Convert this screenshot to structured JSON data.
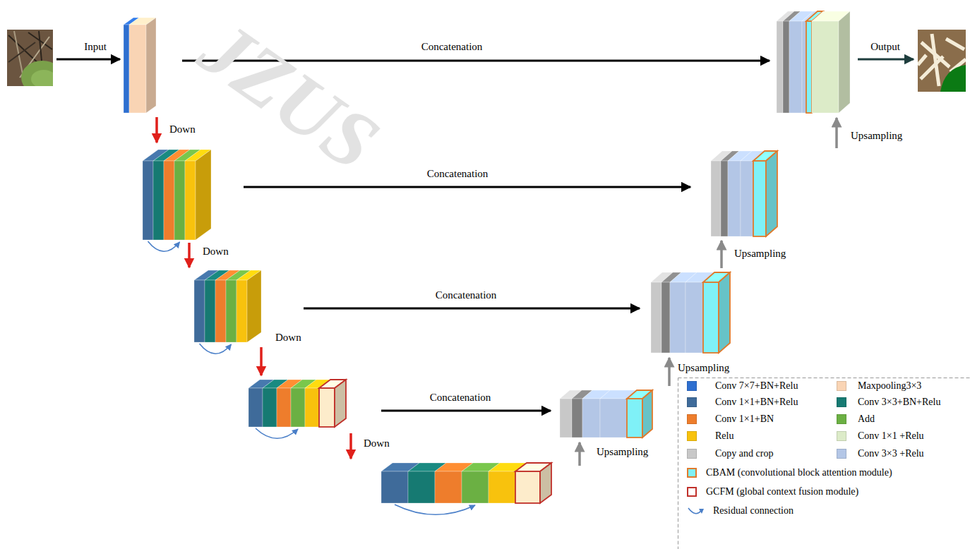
{
  "diagram": {
    "labels": [
      "Input",
      "Concatenation",
      "Output",
      "Down",
      "Upsampling",
      "Concatenation",
      "Down",
      "Upsampling",
      "Concatenation",
      "Down",
      "Upsampling",
      "Concatenation",
      "Down",
      "Upsampling",
      "JZUS"
    ],
    "legend": [
      {
        "text": "Conv 7×7+BN+Relu",
        "color": "#2e6fd0"
      },
      {
        "text": "Maxpooling3×3",
        "color": "#f9d4b4"
      },
      {
        "text": "Conv 1×1+BN+Relu",
        "color": "#3f6b9a"
      },
      {
        "text": "Conv 3×3+BN+Relu",
        "color": "#167a72"
      },
      {
        "text": "Conv 1×1+BN",
        "color": "#ee7d2c"
      },
      {
        "text": "Add",
        "color": "#6bb043"
      },
      {
        "text": "Relu",
        "color": "#f8c20d"
      },
      {
        "text": "Conv 1×1 +Relu",
        "color": "#dcebc8"
      },
      {
        "text": "Copy and crop",
        "color": "#c8c8c8"
      },
      {
        "text": "Conv 3×3 +Relu",
        "color": "#b3c6e6"
      },
      {
        "text": "CBAM (convolutional block attention module)",
        "color": "#7ff1f7"
      },
      {
        "text": "GCFM (global context fusion module)"
      },
      {
        "text": "Residual connection"
      }
    ]
  }
}
